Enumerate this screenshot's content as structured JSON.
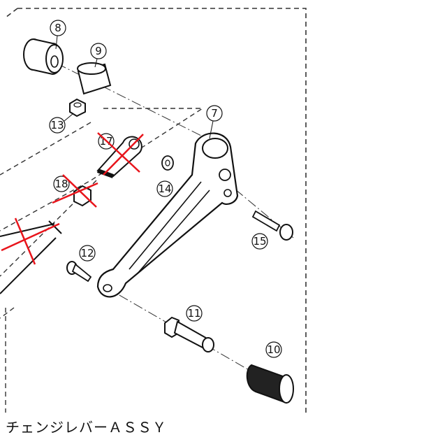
{
  "diagram": {
    "title": "チェンジレバーＡＳＳＹ",
    "parts": [
      {
        "id": "p8",
        "num": "8",
        "name": "bushing-collar"
      },
      {
        "id": "p9",
        "num": "9",
        "name": "sleeve"
      },
      {
        "id": "p13",
        "num": "13",
        "name": "nut"
      },
      {
        "id": "p17",
        "num": "17",
        "name": "rod-end",
        "crossed_out": true
      },
      {
        "id": "p18",
        "num": "18",
        "name": "nut",
        "crossed_out": true
      },
      {
        "id": "p14",
        "num": "14",
        "name": "washer"
      },
      {
        "id": "p7",
        "num": "7",
        "name": "change-lever"
      },
      {
        "id": "p15",
        "num": "15",
        "name": "bolt"
      },
      {
        "id": "p12",
        "num": "12",
        "name": "bolt"
      },
      {
        "id": "p11",
        "num": "11",
        "name": "pedal-shaft"
      },
      {
        "id": "p10",
        "num": "10",
        "name": "rubber-pedal"
      }
    ],
    "rod_crossed_out": true,
    "colors": {
      "line": "#111111",
      "cross": "#e8141b",
      "dash": "#333333"
    }
  }
}
